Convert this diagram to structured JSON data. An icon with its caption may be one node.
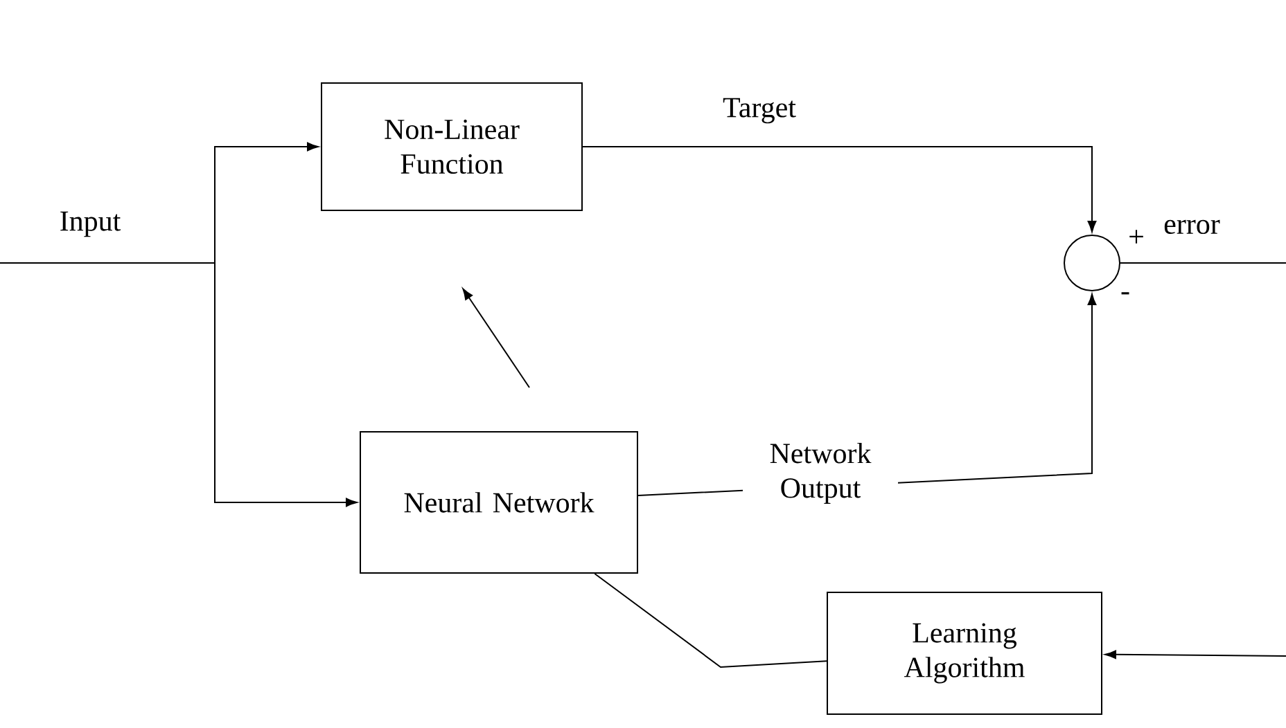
{
  "diagram": {
    "nodes": [
      {
        "text": [
          "Non-Linear Function"
        ]
      },
      {
        "text": [
          "Neural Network"
        ]
      },
      {
        "text": [
          "Learning Algorithm"
        ]
      },
      {
        "text": [],
        "shape": "circle"
      }
    ],
    "edges": [
      {
        "from": null,
        "to": 0,
        "arrow": "to"
      },
      {
        "from": null,
        "to": 1,
        "arrow": "to"
      },
      {
        "from": 0,
        "to": 3,
        "arrow": "to",
        "label": "Target"
      },
      {
        "from": 1,
        "to": 3,
        "arrow": "to",
        "label": "Network Output"
      },
      {
        "from": 3,
        "to": null,
        "arrow": "none",
        "label": "error"
      },
      {
        "from": null,
        "to": 2,
        "arrow": "to"
      },
      {
        "from": 2,
        "to": 1,
        "arrow": "none"
      }
    ],
    "labels": [
      "Input",
      "+",
      "-"
    ]
  }
}
